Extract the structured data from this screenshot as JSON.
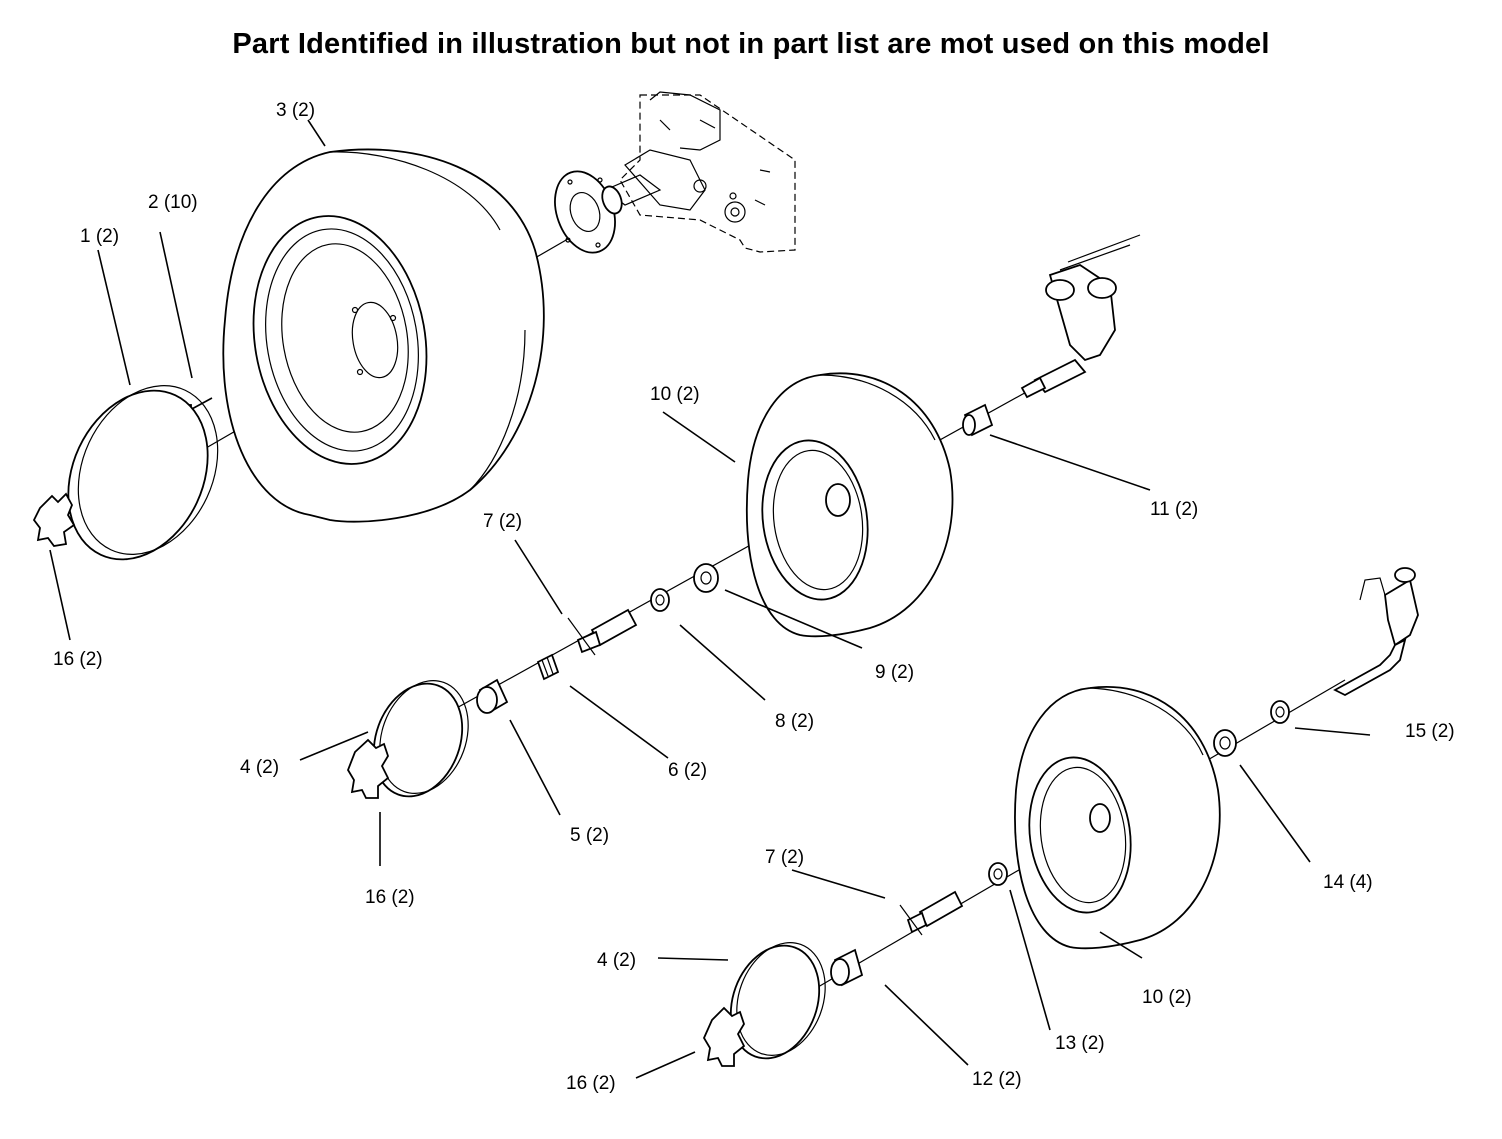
{
  "title": "Part Identified in illustration but not in part list are mot used on this model",
  "callouts": [
    {
      "id": "c1",
      "text": "1 (2)"
    },
    {
      "id": "c2",
      "text": "2 (10)"
    },
    {
      "id": "c3",
      "text": "3 (2)"
    },
    {
      "id": "c4a",
      "text": "4 (2)"
    },
    {
      "id": "c4b",
      "text": "4 (2)"
    },
    {
      "id": "c5",
      "text": "5 (2)"
    },
    {
      "id": "c6",
      "text": "6 (2)"
    },
    {
      "id": "c7a",
      "text": "7 (2)"
    },
    {
      "id": "c7b",
      "text": "7 (2)"
    },
    {
      "id": "c8",
      "text": "8 (2)"
    },
    {
      "id": "c9",
      "text": "9 (2)"
    },
    {
      "id": "c10a",
      "text": "10 (2)"
    },
    {
      "id": "c10b",
      "text": "10 (2)"
    },
    {
      "id": "c11",
      "text": "11 (2)"
    },
    {
      "id": "c12",
      "text": "12 (2)"
    },
    {
      "id": "c13",
      "text": "13 (2)"
    },
    {
      "id": "c14",
      "text": "14 (4)"
    },
    {
      "id": "c15",
      "text": "15 (2)"
    },
    {
      "id": "c16a",
      "text": "16 (2)"
    },
    {
      "id": "c16b",
      "text": "16 (2)"
    },
    {
      "id": "c16c",
      "text": "16 (2)"
    }
  ]
}
